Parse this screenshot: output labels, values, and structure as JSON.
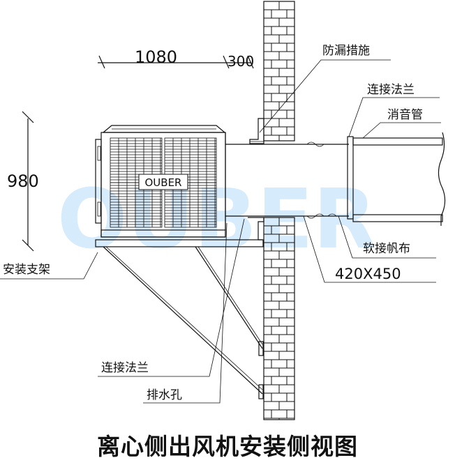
{
  "watermark": "OUBER",
  "unit_brand": "OUBER",
  "dimensions": {
    "width": "1080",
    "offset": "300",
    "height": "980",
    "duct_size": "420X450"
  },
  "labels": {
    "leak_prevention": "防漏措施",
    "connecting_flange_top": "连接法兰",
    "silencer_pipe": "消音管",
    "soft_canvas": "软接帆布",
    "mounting_bracket": "安装支架",
    "connecting_flange_bottom": "连接法兰",
    "drain_hole": "排水孔"
  },
  "title": "离心侧出风机安装侧视图"
}
